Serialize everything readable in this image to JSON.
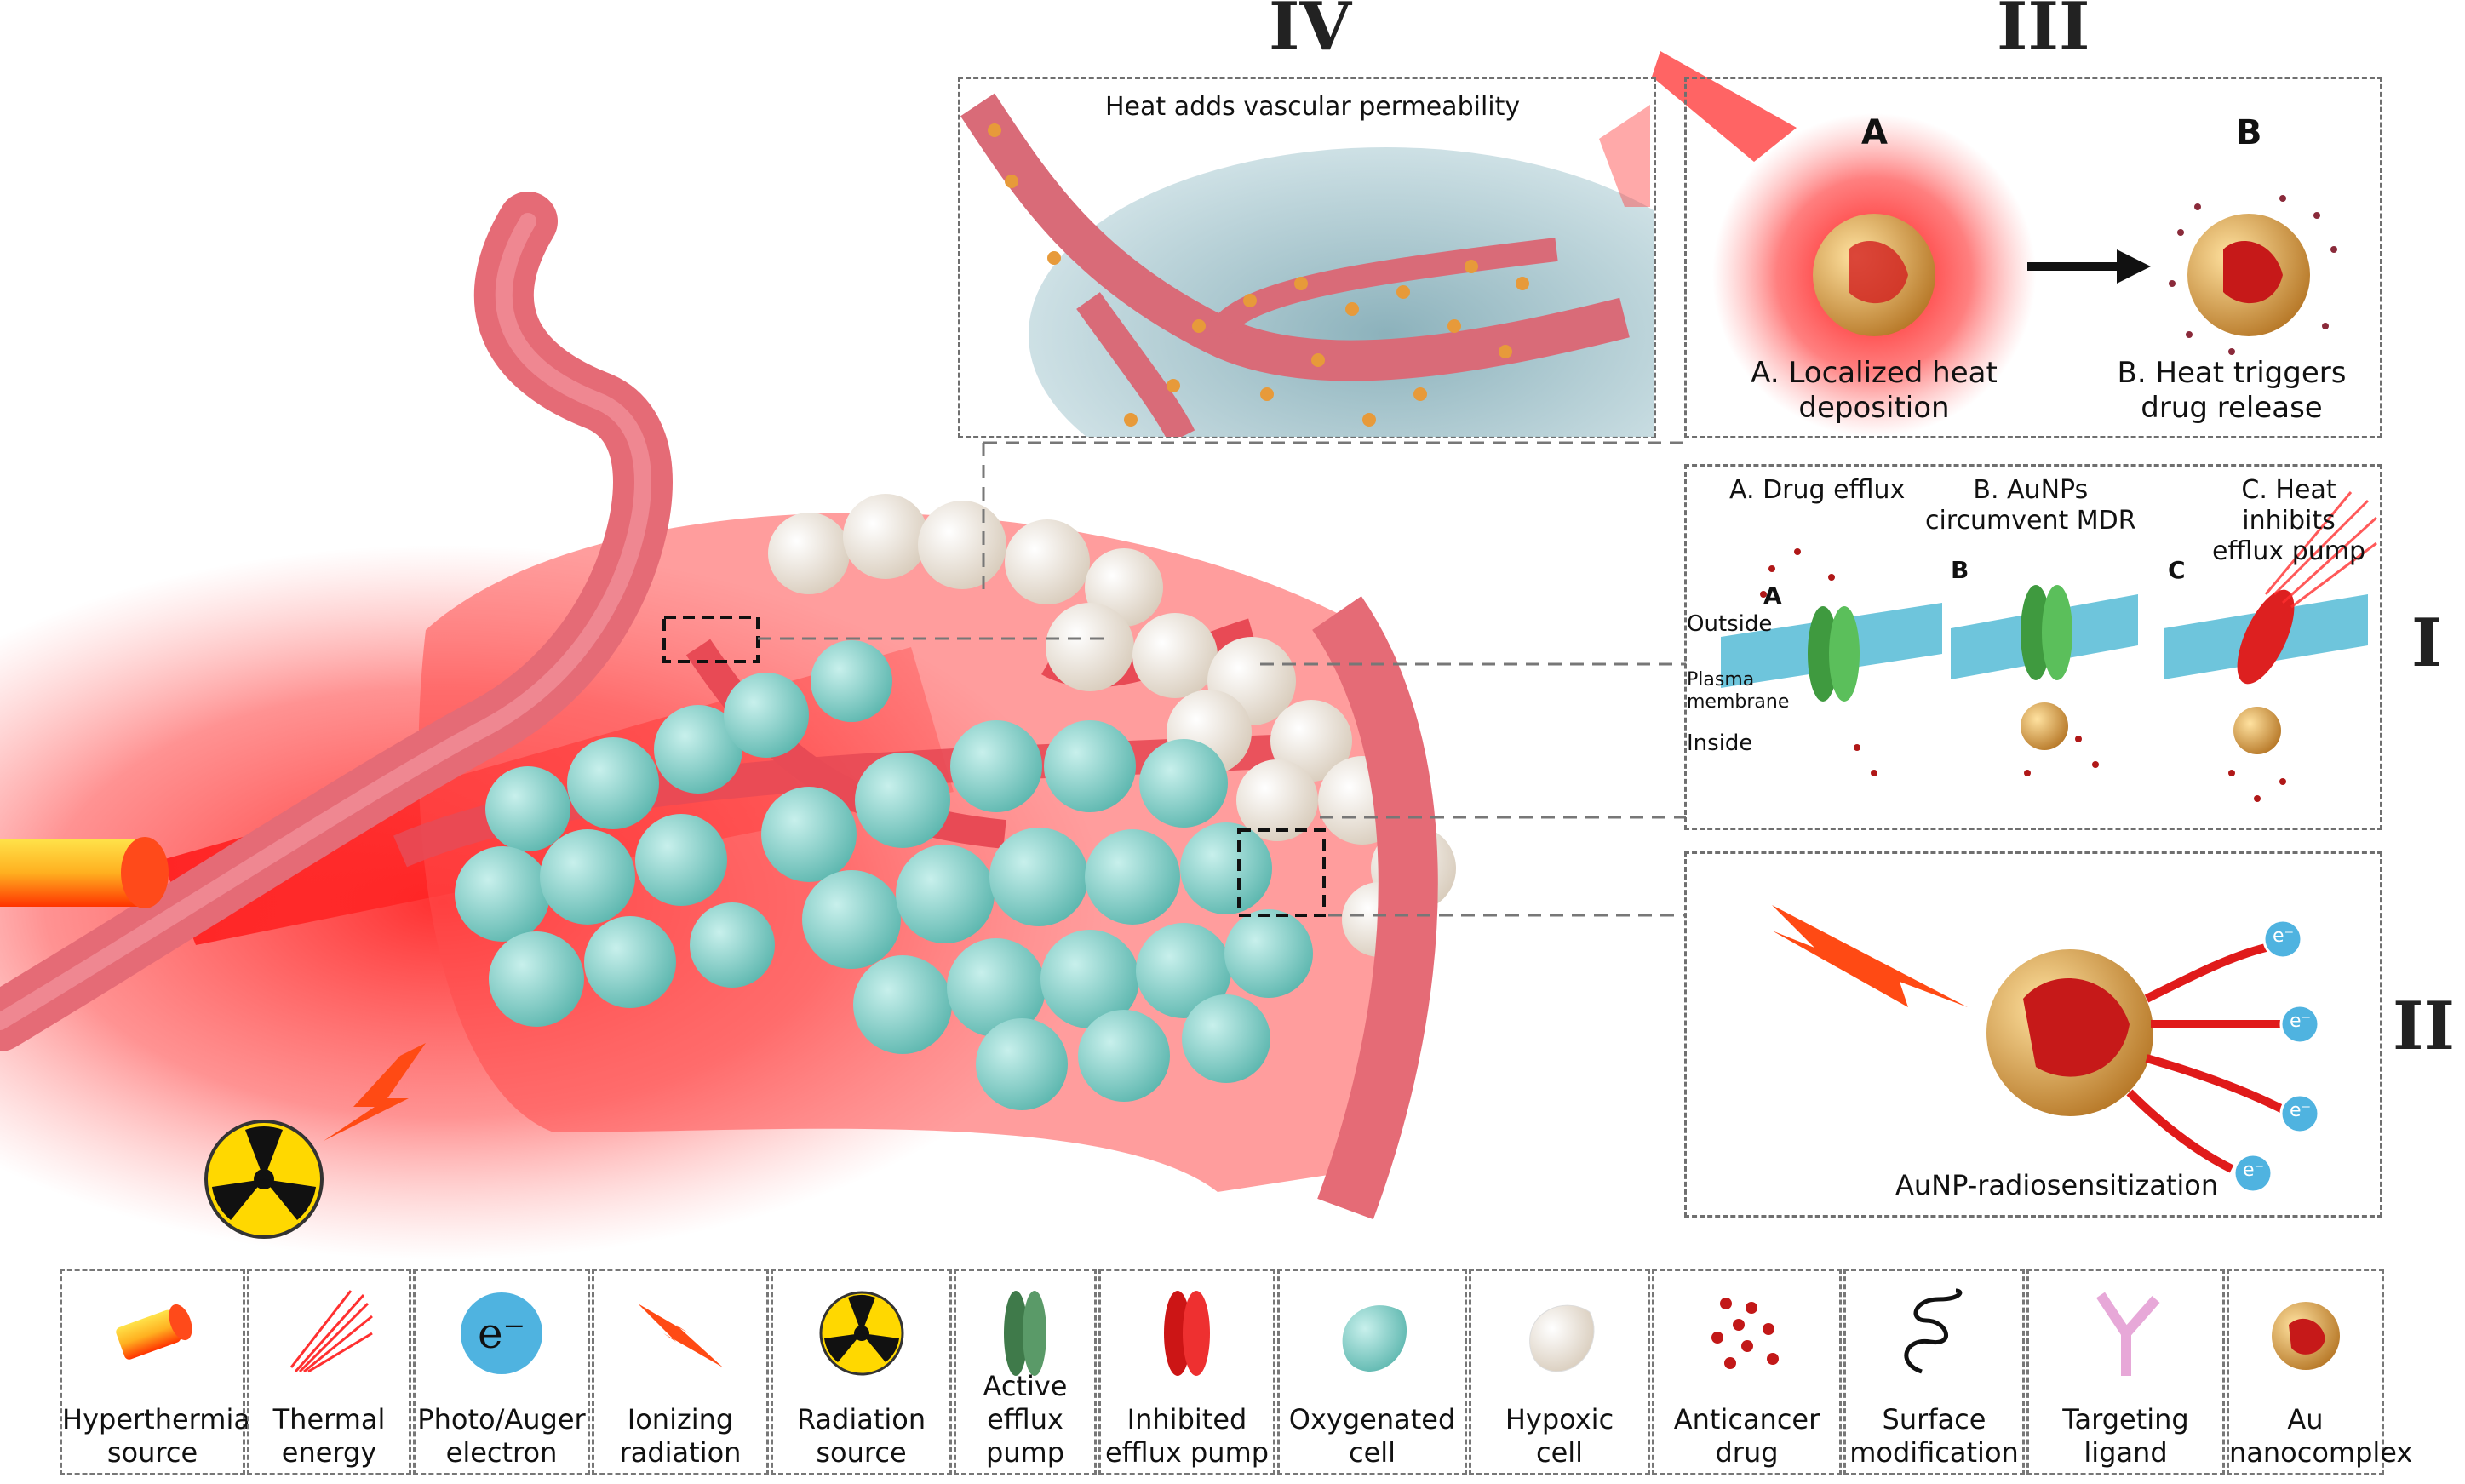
{
  "panels": {
    "IV": {
      "numeral": "IV",
      "caption": "Heat adds vascular permeability"
    },
    "III": {
      "numeral": "III",
      "label_a": "A",
      "label_b": "B",
      "caption_a": "A. Localized heat\ndeposition",
      "caption_b": "B. Heat triggers\ndrug release"
    },
    "I": {
      "numeral": "I",
      "caption_a": "A. Drug efflux",
      "caption_b": "B. AuNPs\ncircumvent MDR",
      "caption_c": "C. Heat inhibits\nefflux pump",
      "marker_a": "A",
      "marker_b": "B",
      "marker_c": "C",
      "outside": "Outside",
      "plasma_membrane": "Plasma\nmembrane",
      "inside": "Inside"
    },
    "II": {
      "numeral": "II",
      "caption": "AuNP-radiosensitization",
      "electron": "e⁻"
    }
  },
  "legend": [
    {
      "icon": "hyperthermia-source-icon",
      "label": "Hyperthermia\nsource"
    },
    {
      "icon": "thermal-energy-icon",
      "label": "Thermal\nenergy"
    },
    {
      "icon": "electron-icon",
      "label": "Photo/Auger\nelectron",
      "symbol": "e⁻"
    },
    {
      "icon": "ionizing-radiation-icon",
      "label": "Ionizing\nradiation"
    },
    {
      "icon": "radiation-source-icon",
      "label": "Radiation\nsource"
    },
    {
      "icon": "active-efflux-pump-icon",
      "label": "Active\nefflux pump"
    },
    {
      "icon": "inhibited-efflux-pump-icon",
      "label": "Inhibited\nefflux pump"
    },
    {
      "icon": "oxygenated-cell-icon",
      "label": "Oxygenated\ncell"
    },
    {
      "icon": "hypoxic-cell-icon",
      "label": "Hypoxic\ncell"
    },
    {
      "icon": "anticancer-drug-icon",
      "label": "Anticancer\ndrug"
    },
    {
      "icon": "surface-modification-icon",
      "label": "Surface\nmodification"
    },
    {
      "icon": "targeting-ligand-icon",
      "label": "Targeting\nligand"
    },
    {
      "icon": "au-nanocomplex-icon",
      "label": "Au\nnanocomplex"
    }
  ],
  "colors": {
    "heat_red": "#ff1a1a",
    "vessel_pink": "#e8606b",
    "oxygenated_cell": "#8fd3cc",
    "hypoxic_cell": "#f3ebe0",
    "gold": "#d6a24e",
    "membrane_blue": "#6ec5dc",
    "pump_green": "#3f9a3f",
    "electron_blue": "#4fb3e0"
  }
}
